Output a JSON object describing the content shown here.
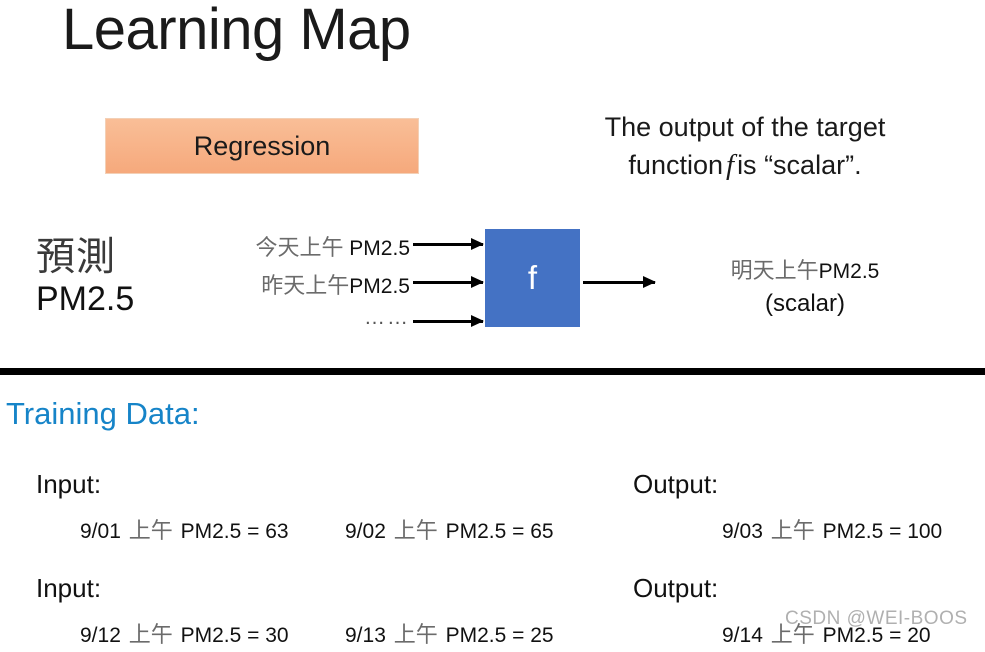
{
  "slide": {
    "title": "Learning Map",
    "background_color": "#ffffff"
  },
  "regression": {
    "label": "Regression",
    "fill_color": "#F6A97C"
  },
  "target_caption": {
    "line1": "The output of the target",
    "line2_before": "function",
    "variable": "f",
    "line2_after": "is “scalar”."
  },
  "diagram": {
    "left_label": {
      "cjk": "預測",
      "latin": "PM2.5"
    },
    "inputs": [
      {
        "cjk": "今天上午",
        "latin": " PM2.5"
      },
      {
        "cjk": "昨天上午",
        "latin": "PM2.5"
      },
      {
        "cjk": "",
        "latin": "……"
      }
    ],
    "function_box": {
      "glyph": "f",
      "fill_color": "#4472C4"
    },
    "output": {
      "cjk": "明天上午",
      "latin": "PM2.5",
      "scalar": "(scalar)"
    },
    "arrow_color": "#000000"
  },
  "training": {
    "heading": "Training Data:",
    "heading_color": "#1684C8",
    "input_label": "Input:",
    "output_label": "Output:",
    "rows": [
      {
        "inputs": [
          {
            "date": "9/01",
            "cjk": "上午",
            "metric": "PM2.5 = 63"
          },
          {
            "date": "9/02",
            "cjk": "上午",
            "metric": "PM2.5 = 65"
          }
        ],
        "output": {
          "date": "9/03",
          "cjk": "上午",
          "metric": "PM2.5 = 100"
        }
      },
      {
        "inputs": [
          {
            "date": "9/12",
            "cjk": "上午",
            "metric": "PM2.5 = 30"
          },
          {
            "date": "9/13",
            "cjk": "上午",
            "metric": "PM2.5 = 25"
          }
        ],
        "output": {
          "date": "9/14",
          "cjk": "上午",
          "metric": "PM2.5 = 20"
        }
      }
    ]
  },
  "watermark": {
    "text": "CSDN @WEI-BOOS"
  }
}
